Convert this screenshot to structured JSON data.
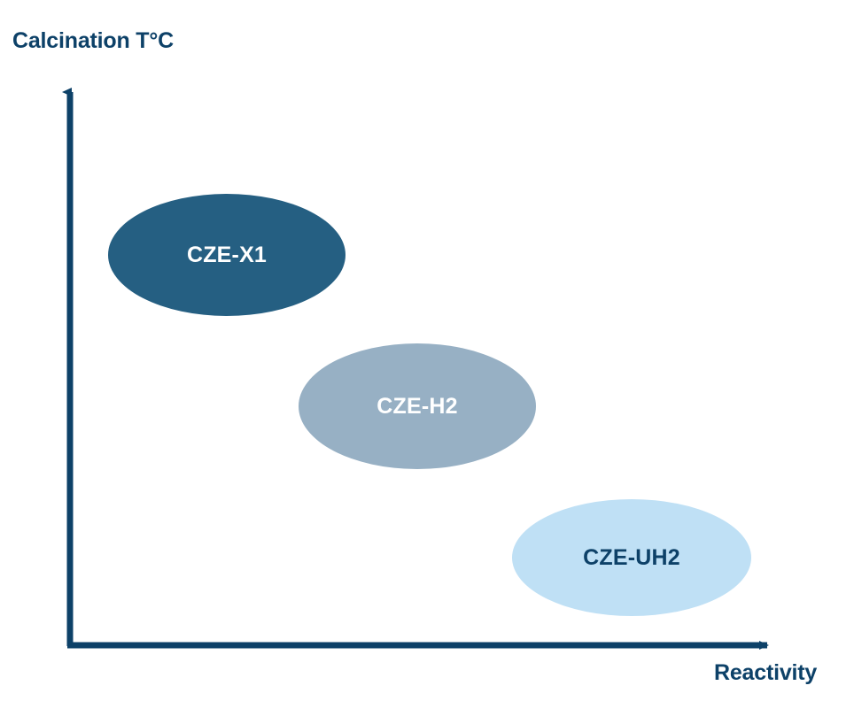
{
  "chart_data": {
    "type": "scatter",
    "title": "",
    "subtitle": "",
    "xlabel": "Reactivity",
    "ylabel": "Calcination T°C",
    "grid": false,
    "legend": "none",
    "axis_style": "arrow-axes-no-ticks",
    "axis_color": "#0d4168",
    "xlim": [
      0,
      1
    ],
    "ylim": [
      0,
      1
    ],
    "xticks": [],
    "yticks": [],
    "annotations": [],
    "note": "Qualitative bubble chart: three product grades arranged along an inverse trend — higher calcination temperature corresponds to lower reactivity.",
    "points": [
      {
        "label": "CZE-X1",
        "x_rel": 0.22,
        "y_rel": 0.7,
        "x_qualitative": "low",
        "y_qualitative": "high",
        "fill": "#255f82",
        "text_color": "#ffffff",
        "cx": 256,
        "cy": 288,
        "rx": 134,
        "ry": 69
      },
      {
        "label": "CZE-H2",
        "x_rel": 0.5,
        "y_rel": 0.43,
        "x_qualitative": "medium",
        "y_qualitative": "medium",
        "fill": "#97b0c4",
        "text_color": "#ffffff",
        "cx": 471,
        "cy": 459,
        "rx": 134,
        "ry": 71
      },
      {
        "label": "CZE-UH2",
        "x_rel": 0.8,
        "y_rel": 0.16,
        "x_qualitative": "high",
        "y_qualitative": "low",
        "fill": "#bfe0f5",
        "text_color": "#0d4168",
        "cx": 713,
        "cy": 630,
        "rx": 135,
        "ry": 66
      }
    ]
  },
  "colors": {
    "background": "#ffffff",
    "axis": "#0d4168",
    "label_text": "#0d4168",
    "series_dark": "#255f82",
    "series_mid": "#97b0c4",
    "series_light": "#bfe0f5"
  }
}
